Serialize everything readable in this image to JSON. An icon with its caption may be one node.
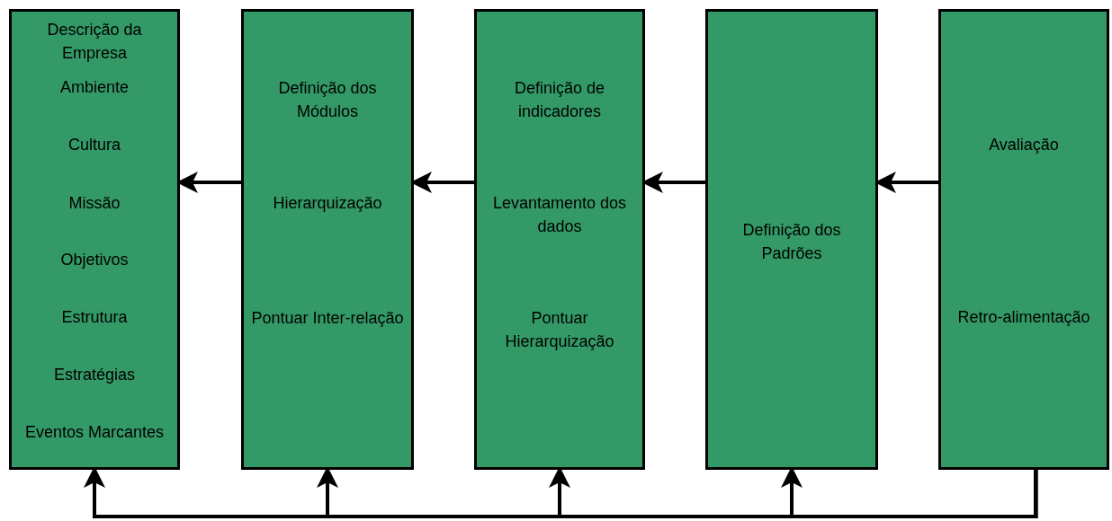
{
  "diagram": {
    "nodes": [
      {
        "text": [
          "Descrição da Empresa",
          "Ambiente",
          "Cultura",
          "Missão",
          "Objetivos",
          "Estrutura",
          "Estratégias",
          "Eventos Marcantes"
        ]
      },
      {
        "text": [
          "Definição dos Módulos",
          "Hierarquização",
          "Pontuar Inter-relação"
        ]
      },
      {
        "text": [
          "Definição de indicadores",
          "Levantamento dos dados",
          "Pontuar Hierarquização"
        ]
      },
      {
        "text": [
          "Definição dos Padrões"
        ]
      },
      {
        "text": [
          "Avaliação",
          "Retro-alimentação"
        ]
      }
    ],
    "edges": [
      {
        "from": 1,
        "to": 0,
        "arrow": "to"
      },
      {
        "from": 2,
        "to": 1,
        "arrow": "to"
      },
      {
        "from": 3,
        "to": 2,
        "arrow": "to"
      },
      {
        "from": 4,
        "to": 3,
        "arrow": "to"
      },
      {
        "from": 4,
        "to": 3,
        "arrow": "to"
      },
      {
        "from": 4,
        "to": 2,
        "arrow": "to"
      },
      {
        "from": 4,
        "to": 1,
        "arrow": "to"
      },
      {
        "from": 4,
        "to": 0,
        "arrow": "to"
      }
    ]
  }
}
